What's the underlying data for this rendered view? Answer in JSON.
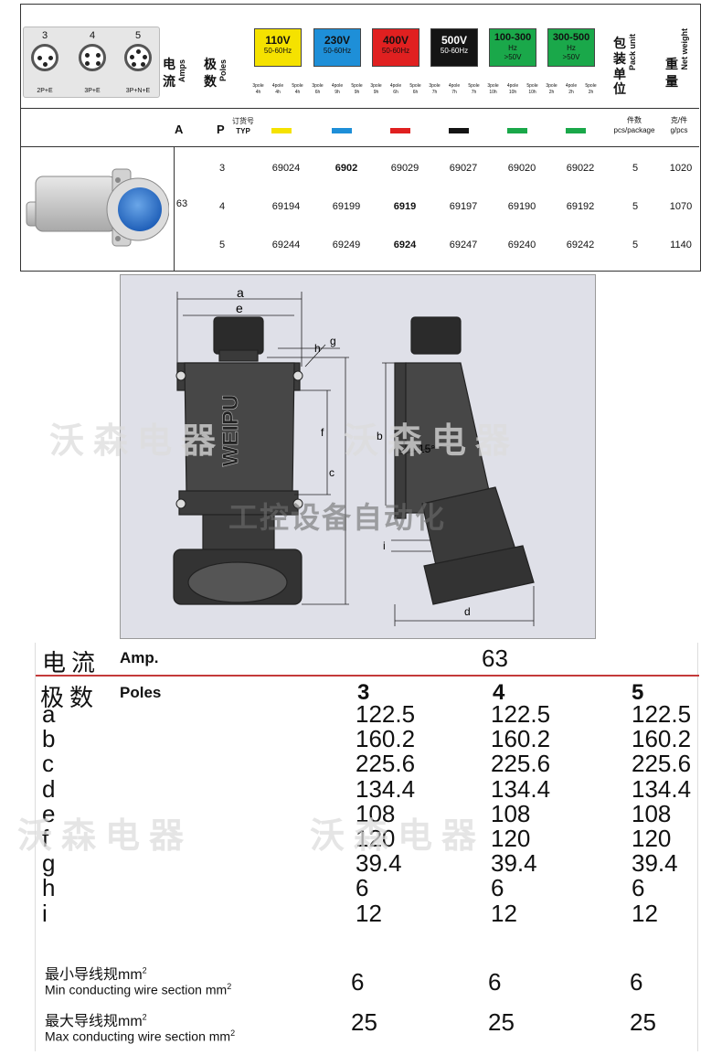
{
  "header": {
    "pins": [
      {
        "num": "3",
        "label": "2P+E"
      },
      {
        "num": "4",
        "label": "3P+E"
      },
      {
        "num": "5",
        "label": "3P+N+E"
      }
    ],
    "amps_cn": "电流",
    "amps_en": "Amps",
    "poles_cn": "极数",
    "poles_en": "Poles",
    "voltages": [
      {
        "v": "110V",
        "hz": "50-60Hz",
        "color": "#f5e200",
        "text": "#111111",
        "sub": [
          "3pole 4h",
          "4pole 4h",
          "5pole 4h"
        ]
      },
      {
        "v": "230V",
        "hz": "50-60Hz",
        "color": "#1e8fd8",
        "text": "#111111",
        "sub": [
          "3pole 6h",
          "4pole 9h",
          "5pole 9h"
        ]
      },
      {
        "v": "400V",
        "hz": "50-60Hz",
        "color": "#e02020",
        "text": "#111111",
        "sub": [
          "3pole 9h",
          "4pole 6h",
          "5pole 6h"
        ]
      },
      {
        "v": "500V",
        "hz": "50-60Hz",
        "color": "#141414",
        "text": "#ffffff",
        "sub": [
          "3pole 7h",
          "4pole 7h",
          "5pole 7h"
        ]
      },
      {
        "v": "100-300",
        "hz": "Hz",
        "hz2": ">50V",
        "color": "#1aa84a",
        "text": "#111111",
        "sub": [
          "3pole 10h",
          "4pole 10h",
          "5pole 10h"
        ]
      },
      {
        "v": "300-500",
        "hz": "Hz",
        "hz2": ">50V",
        "color": "#1aa84a",
        "text": "#111111",
        "sub": [
          "3pole 2h",
          "4pole 2h",
          "5pole 2h"
        ]
      }
    ],
    "pack_cn": "包装单位",
    "pack_en": "Pack unit",
    "weight_cn": "重量",
    "weight_en": "Net weight"
  },
  "subheader": {
    "a": "A",
    "p": "P",
    "order_cn": "订货号",
    "order_en": "TYP",
    "pack_cn": "件数",
    "pack_en": "pcs/package",
    "weight_cn": "克/件",
    "weight_en": "g/pcs"
  },
  "rows": {
    "amps": "63",
    "items": [
      {
        "pole": "3",
        "codes": [
          "69024",
          "6902",
          "69029",
          "69027",
          "69020",
          "69022"
        ],
        "bold": 1,
        "pack": "5",
        "weight": "1020"
      },
      {
        "pole": "4",
        "codes": [
          "69194",
          "69199",
          "6919",
          "69197",
          "69190",
          "69192"
        ],
        "bold": 2,
        "pack": "5",
        "weight": "1070"
      },
      {
        "pole": "5",
        "codes": [
          "69244",
          "69249",
          "6924",
          "69247",
          "69240",
          "69242"
        ],
        "bold": 2,
        "pack": "5",
        "weight": "1140"
      }
    ]
  },
  "drawing": {
    "labels": [
      "a",
      "e",
      "g",
      "h",
      "f",
      "c",
      "b",
      "15°",
      "i",
      "d"
    ],
    "brand": "WEIPU",
    "watermark_cn": "沃森电器",
    "watermark_mid": "工控设备自动化"
  },
  "dims": {
    "amp_cn": "电流",
    "amp_en": "Amp.",
    "amp_val": "63",
    "poles_cn": "极数",
    "poles_en": "Poles",
    "poles": [
      "3",
      "4",
      "5"
    ],
    "rows": [
      {
        "k": "a",
        "v": [
          "122.5",
          "122.5",
          "122.5"
        ]
      },
      {
        "k": "b",
        "v": [
          "160.2",
          "160.2",
          "160.2"
        ]
      },
      {
        "k": "c",
        "v": [
          "225.6",
          "225.6",
          "225.6"
        ]
      },
      {
        "k": "d",
        "v": [
          "134.4",
          "134.4",
          "134.4"
        ]
      },
      {
        "k": "e",
        "v": [
          "108",
          "108",
          "108"
        ]
      },
      {
        "k": "f",
        "v": [
          "120",
          "120",
          "120"
        ]
      },
      {
        "k": "g",
        "v": [
          "39.4",
          "39.4",
          "39.4"
        ]
      },
      {
        "k": "h",
        "v": [
          "6",
          "6",
          "6"
        ]
      },
      {
        "k": "i",
        "v": [
          "12",
          "12",
          "12"
        ]
      }
    ],
    "min_cn": "最小导线规mm",
    "min_en": "Min conducting wire section mm",
    "min_vals": [
      "6",
      "6",
      "6"
    ],
    "max_cn": "最大导线规mm",
    "max_en": "Max conducting wire section mm",
    "max_vals": [
      "25",
      "25",
      "25"
    ],
    "sup": "2",
    "watermark_cn": "沃森电器"
  }
}
